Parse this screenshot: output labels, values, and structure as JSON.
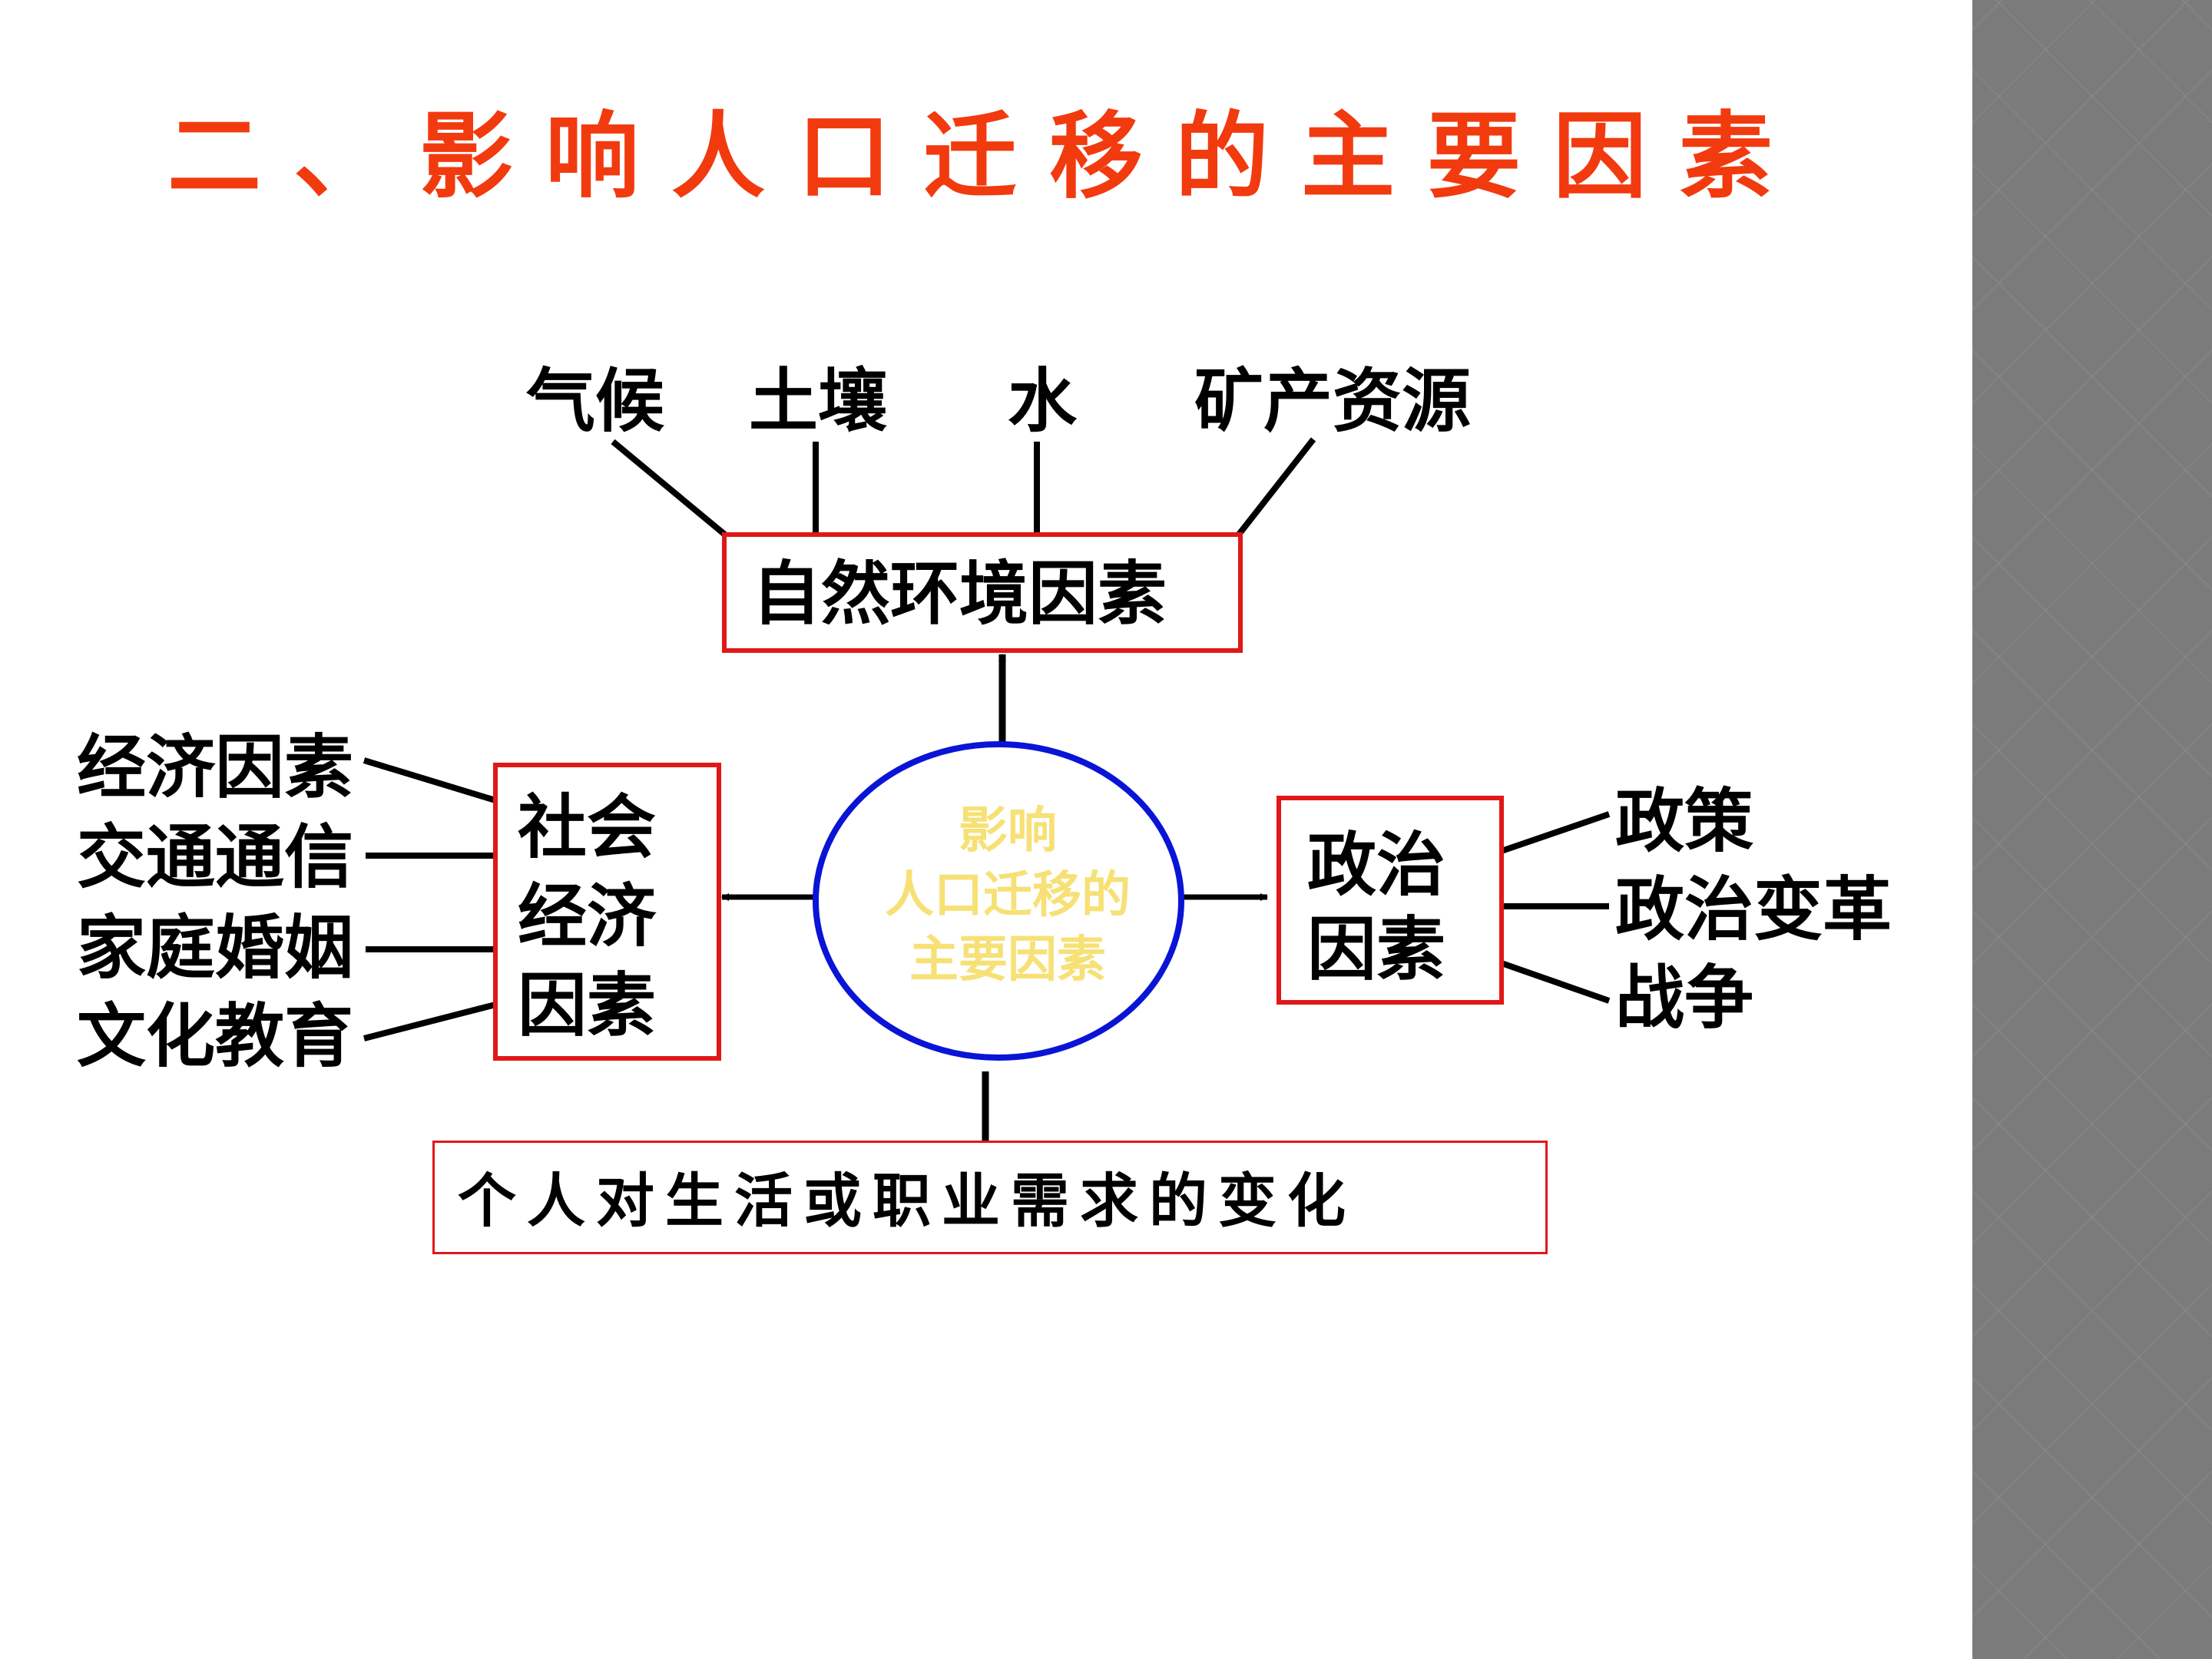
{
  "title": "二、影响人口迁移的主要因素",
  "center": {
    "line1": "影响",
    "line2": "人口迁移的",
    "line3": "主要因素"
  },
  "natural": {
    "label": "自然环境因素",
    "items": [
      "气候",
      "土壤",
      "水",
      "矿产资源"
    ]
  },
  "social": {
    "label_line1": "社会",
    "label_line2": "经济",
    "label_line3": "因素",
    "items": [
      "经济因素",
      "交通通信",
      "家庭婚姻",
      "文化教育"
    ]
  },
  "political": {
    "label_line1": "政治",
    "label_line2": "因素",
    "items": [
      "政策",
      "政治变革",
      "战争"
    ]
  },
  "personal": {
    "label": "个人对生活或职业需求的变化"
  },
  "colors": {
    "title": "#f23a0f",
    "box_border": "#e01818",
    "ellipse": "#0a14d6",
    "center_text": "#f7e176",
    "side_panel": "#7b7b7b"
  }
}
